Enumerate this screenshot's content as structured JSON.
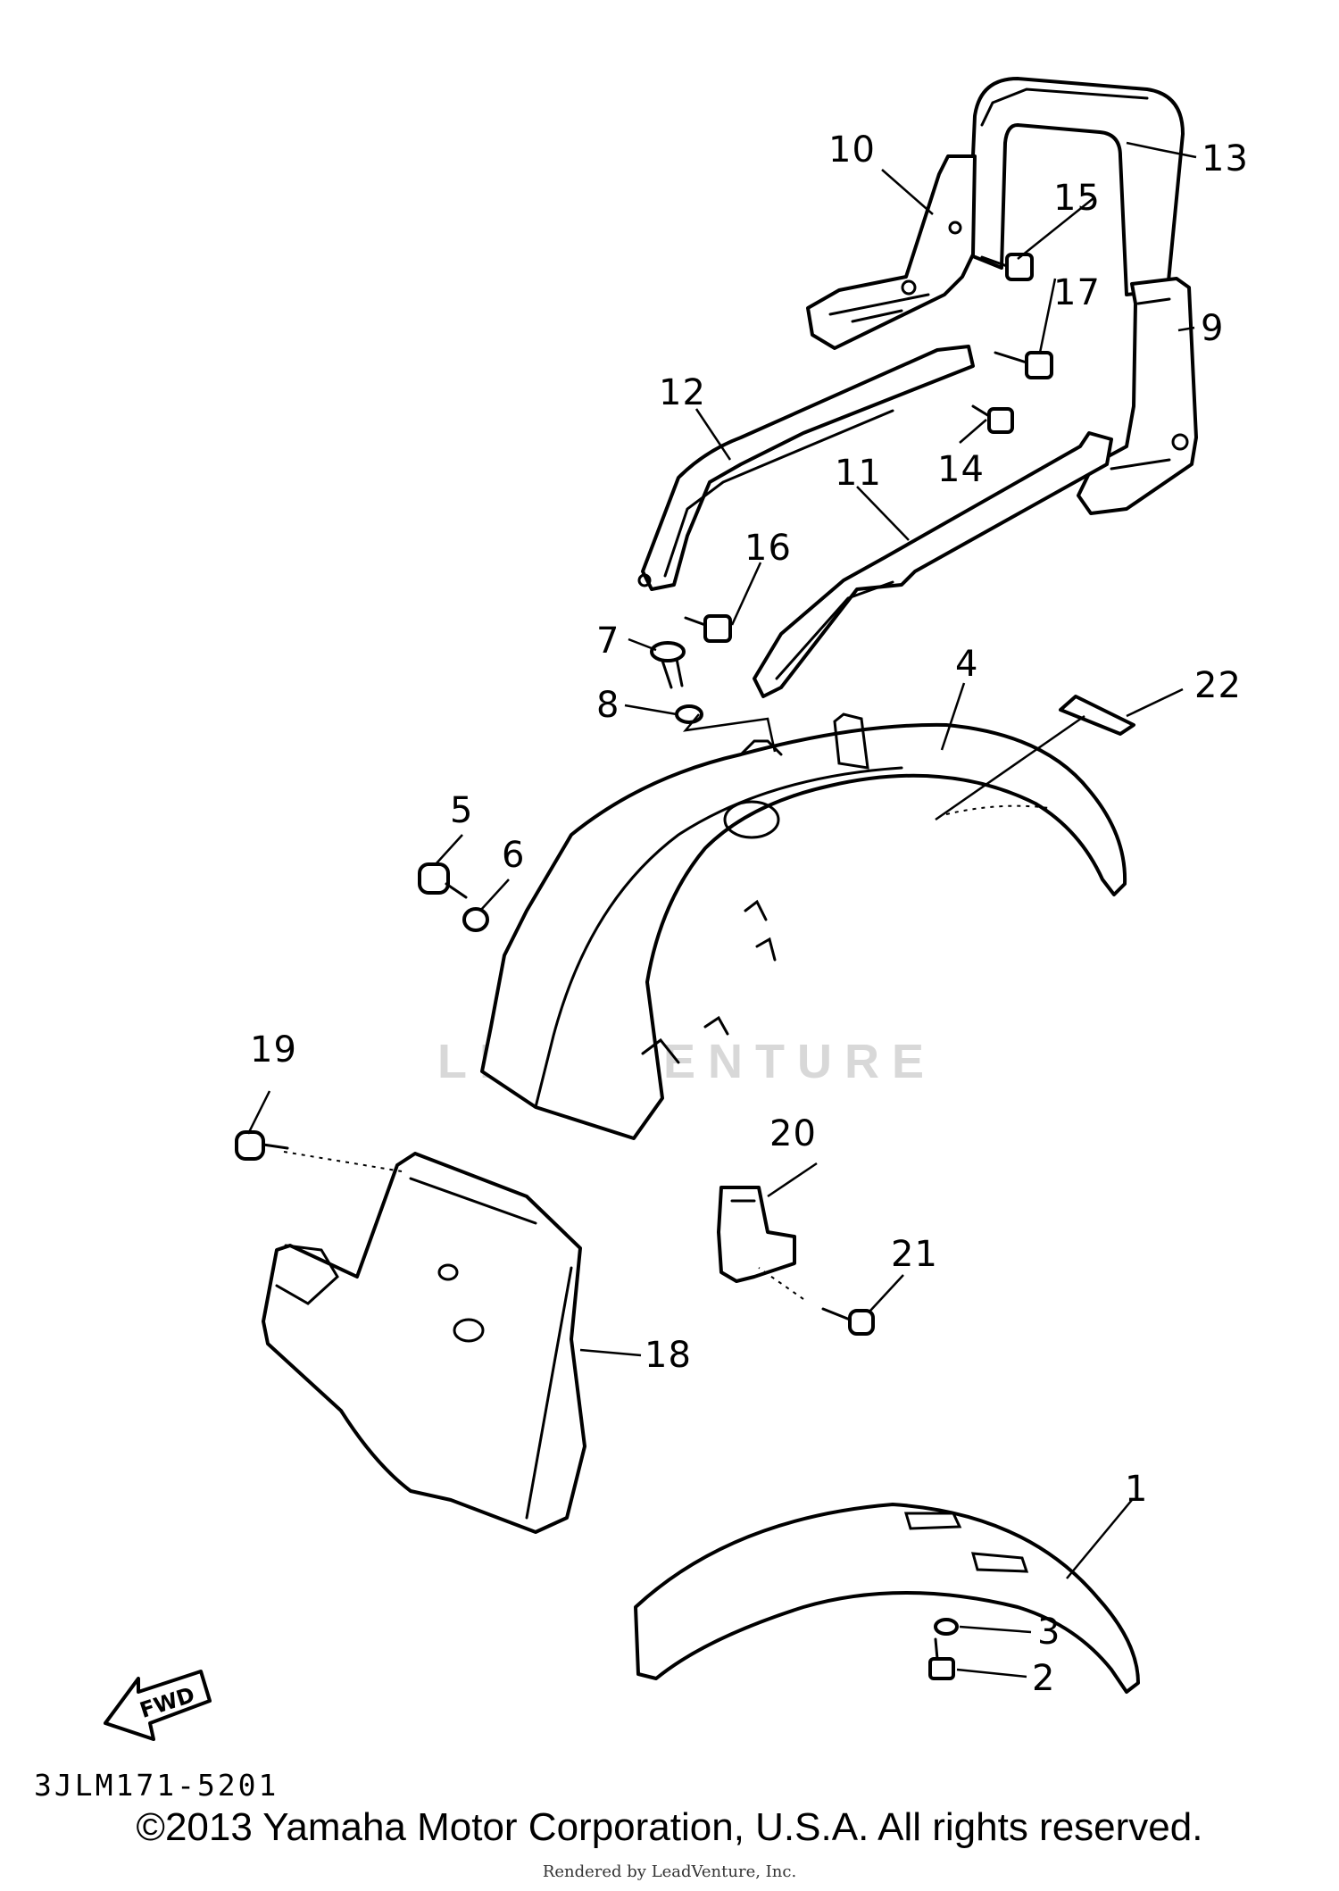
{
  "diagram": {
    "callouts": {
      "c1": "1",
      "c2": "2",
      "c3": "3",
      "c4": "4",
      "c5": "5",
      "c6": "6",
      "c7": "7",
      "c8": "8",
      "c9": "9",
      "c10": "10",
      "c11": "11",
      "c12": "12",
      "c13": "13",
      "c14": "14",
      "c15": "15",
      "c16": "16",
      "c17": "17",
      "c18": "18",
      "c19": "19",
      "c20": "20",
      "c21": "21",
      "c22": "22"
    },
    "fwd_label": "FWD",
    "diagram_code": "3JLM171-5201"
  },
  "footer": {
    "copyright": "©2013 Yamaha Motor Corporation, U.S.A. All rights reserved.",
    "rendered_by": "Rendered by LeadVenture, Inc."
  },
  "watermark": {
    "text": "LEADVENTURE"
  },
  "colors": {
    "line": "#000000",
    "background": "#ffffff",
    "watermark": "#d8d8d8"
  }
}
